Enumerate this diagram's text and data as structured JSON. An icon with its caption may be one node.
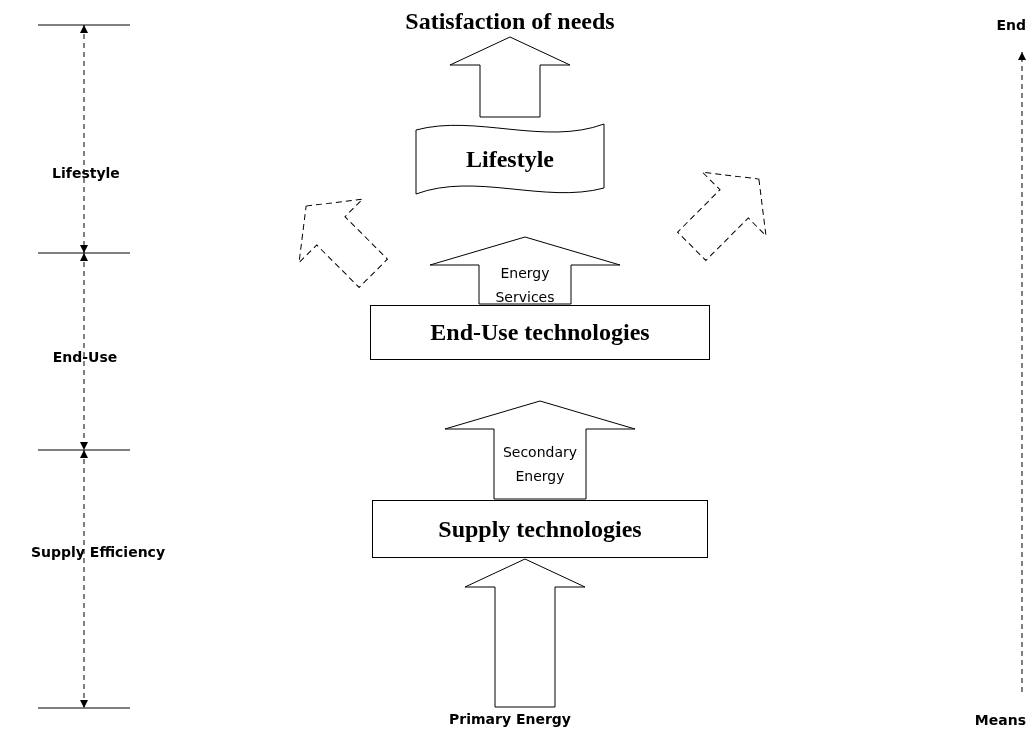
{
  "diagram": {
    "nodes": [
      {
        "text": [
          "Satisfaction of needs"
        ]
      },
      {
        "text": [
          "Lifestyle"
        ]
      },
      {
        "text": [
          "End-Use technologies"
        ]
      },
      {
        "text": [
          "Supply technologies"
        ]
      },
      {
        "text": [
          "Primary Energy"
        ]
      }
    ],
    "edges": [
      {
        "from": 4,
        "to": 3,
        "arrow": "to"
      },
      {
        "from": 3,
        "to": 2,
        "arrow": "to",
        "label": "Secondary Energy"
      },
      {
        "from": 2,
        "to": 1,
        "arrow": "to",
        "label": "Energy Services"
      },
      {
        "from": 1,
        "to": 0,
        "arrow": "to"
      }
    ],
    "labels": [
      "End",
      "Lifestyle",
      "End-Use",
      "Supply Efficiency",
      "Means"
    ]
  }
}
